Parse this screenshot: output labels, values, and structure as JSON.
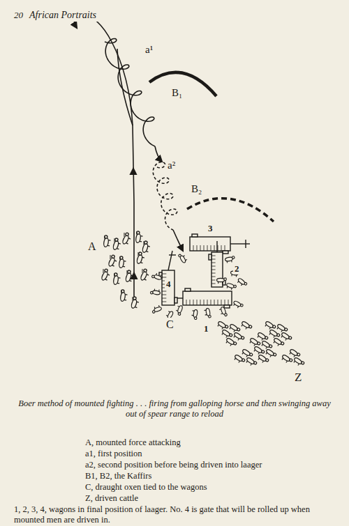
{
  "diagram": {
    "caption": "Boer method of mounted fighting . . . firing from galloping horse and then swinging away out of spear range to reload",
    "labels": [
      "20",
      "African Portraits",
      "a¹",
      "B₁",
      "a²",
      "B₂",
      "A",
      "3",
      "2",
      "4",
      "C",
      "1",
      "Z",
      "A, mounted force attacking",
      "a1, first position",
      "a2, second position before being driven into laager",
      "B1, B2, the Kaffirs",
      "C, draught oxen tied to the wagons",
      "Z, driven cattle",
      "1, 2, 3, 4, wagons in final position of laager. No. 4 is gate that will be rolled up when mounted men are driven in."
    ]
  }
}
